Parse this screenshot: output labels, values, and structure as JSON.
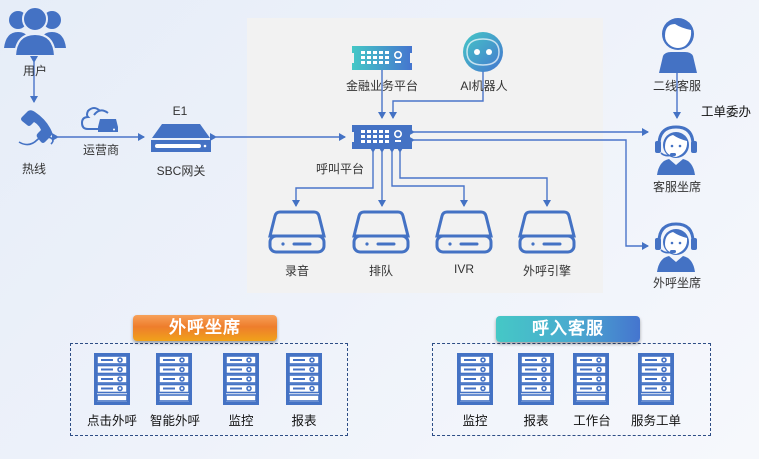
{
  "diagram": {
    "colors": {
      "primary": "#4472c4",
      "panel": "#f2f2f2",
      "orange_badge": "#ee7d2c",
      "teal_badge": "#45c8c6",
      "dash_border": "#2d4d85"
    },
    "left_nodes": {
      "user": {
        "label": "用户",
        "icon": "users-icon"
      },
      "hotline": {
        "label": "热线",
        "icon": "phone-icon"
      },
      "carrier": {
        "label": "运营商",
        "icon": "cloud-server-icon"
      },
      "sbc": {
        "label": "SBC网关",
        "top_label": "E1",
        "icon": "gateway-icon"
      }
    },
    "center_panel": {
      "finance": {
        "label": "金融业务平台",
        "icon": "switch-icon"
      },
      "ai": {
        "label": "AI机器人",
        "icon": "robot-icon"
      },
      "call_platform": {
        "label": "呼叫平台",
        "icon": "switch-icon"
      },
      "modules": [
        {
          "label": "录音",
          "icon": "drive-icon"
        },
        {
          "label": "排队",
          "icon": "drive-icon"
        },
        {
          "label": "IVR",
          "icon": "drive-icon"
        },
        {
          "label": "外呼引擎",
          "icon": "drive-icon"
        }
      ]
    },
    "right_nodes": {
      "second_line": {
        "label": "二线客服",
        "icon": "person-icon"
      },
      "work_order": {
        "label": "工单委办"
      },
      "service_agent": {
        "label": "客服坐席",
        "icon": "headset-agent-icon"
      },
      "outbound_agent": {
        "label": "外呼坐席",
        "icon": "headset-agent-icon"
      }
    },
    "groups": [
      {
        "title": "外呼坐席",
        "items": [
          {
            "label": "点击外呼",
            "icon": "server-rack-icon"
          },
          {
            "label": "智能外呼",
            "icon": "server-rack-icon"
          },
          {
            "label": "监控",
            "icon": "server-rack-icon"
          },
          {
            "label": "报表",
            "icon": "server-rack-icon"
          }
        ]
      },
      {
        "title": "呼入客服",
        "items": [
          {
            "label": "监控",
            "icon": "server-rack-icon"
          },
          {
            "label": "报表",
            "icon": "server-rack-icon"
          },
          {
            "label": "工作台",
            "icon": "server-rack-icon"
          },
          {
            "label": "服务工单",
            "icon": "server-rack-icon"
          }
        ]
      }
    ]
  }
}
